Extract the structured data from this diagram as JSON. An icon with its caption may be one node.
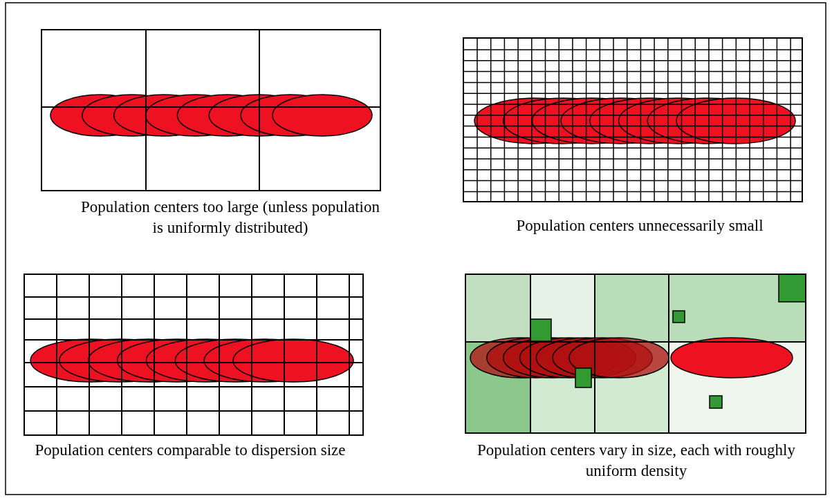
{
  "diagram": {
    "labels": [
      "Population centers too large (unless population is uniformly distributed)",
      "Population centers unnecessarily small",
      "Population centers comparable to dispersion size",
      "Population centers vary in size, each with roughly uniform density"
    ]
  }
}
